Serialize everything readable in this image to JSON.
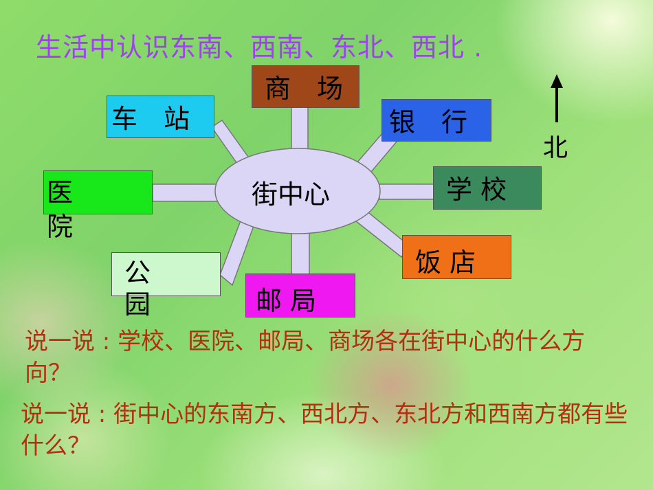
{
  "title": "生活中认识东南、西南、东北、西北 .",
  "hub": {
    "label": "街中心",
    "fill": "#dcd6f6"
  },
  "places": {
    "shangchang": {
      "label": "商　场",
      "color": "#a0471a"
    },
    "chezhan": {
      "label": "车　站",
      "color": "#1ecbf0"
    },
    "yinhang": {
      "label": "银　行",
      "color": "#2a62e8"
    },
    "yiyuan": {
      "label": "医\n院",
      "color": "#18e81a"
    },
    "xuexiao": {
      "label": "学 校",
      "color": "#3b8a5e"
    },
    "gongyuan": {
      "label": "公\n园",
      "color": "#cdf7cd"
    },
    "youju": {
      "label": "邮 局",
      "color": "#f018f0"
    },
    "fandian": {
      "label": "饭 店",
      "color": "#f07018"
    }
  },
  "compass": {
    "label": "北",
    "icon": "north-arrow-icon"
  },
  "questions": [
    "说一说 : 学校、医院、邮局、商场各在街中心的什么方向？",
    "说一说 : 街中心的东南方、西北方、东北方和西南方都有些什么？"
  ]
}
